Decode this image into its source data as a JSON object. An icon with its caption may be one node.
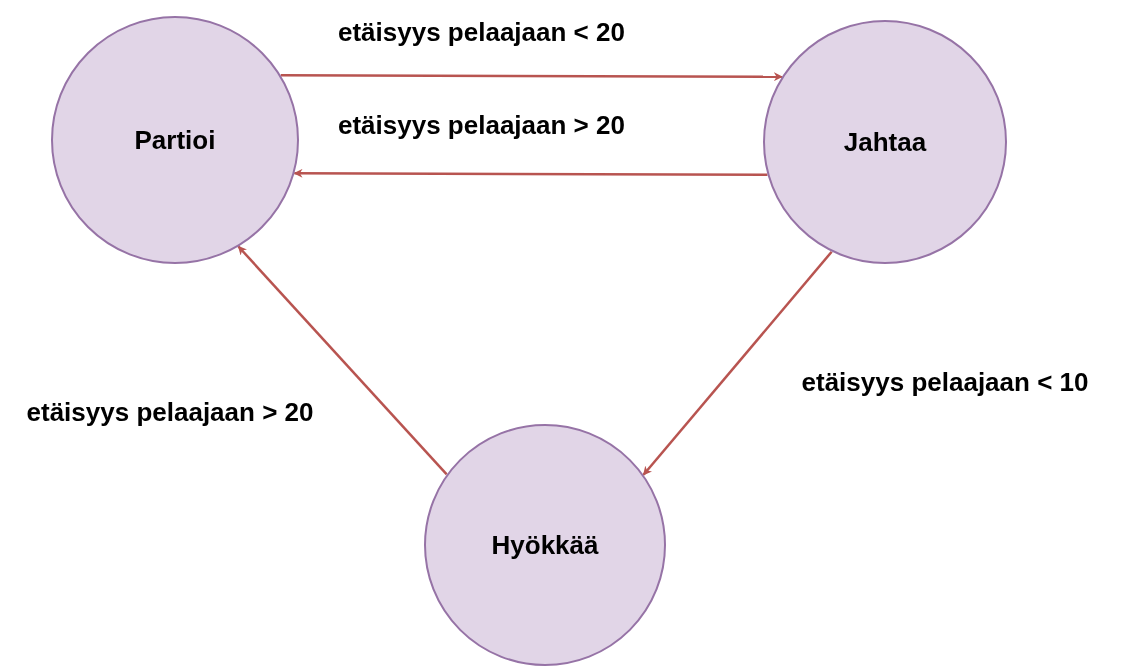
{
  "diagram": {
    "nodes": [
      {
        "text": [
          "Partioi"
        ]
      },
      {
        "text": [
          "Jahtaa"
        ]
      },
      {
        "text": [
          "Hyökkää"
        ]
      }
    ],
    "edges": [
      {
        "from": 0,
        "to": 1,
        "arrow": "to",
        "label": "etäisyys pelaajaan < 20"
      },
      {
        "from": 1,
        "to": 0,
        "arrow": "to",
        "label": "etäisyys pelaajaan > 20"
      },
      {
        "from": 1,
        "to": 2,
        "arrow": "to",
        "label": "etäisyys pelaajaan < 10"
      },
      {
        "from": 2,
        "to": 0,
        "arrow": "to",
        "label": "etäisyys pelaajaan > 20"
      }
    ]
  }
}
